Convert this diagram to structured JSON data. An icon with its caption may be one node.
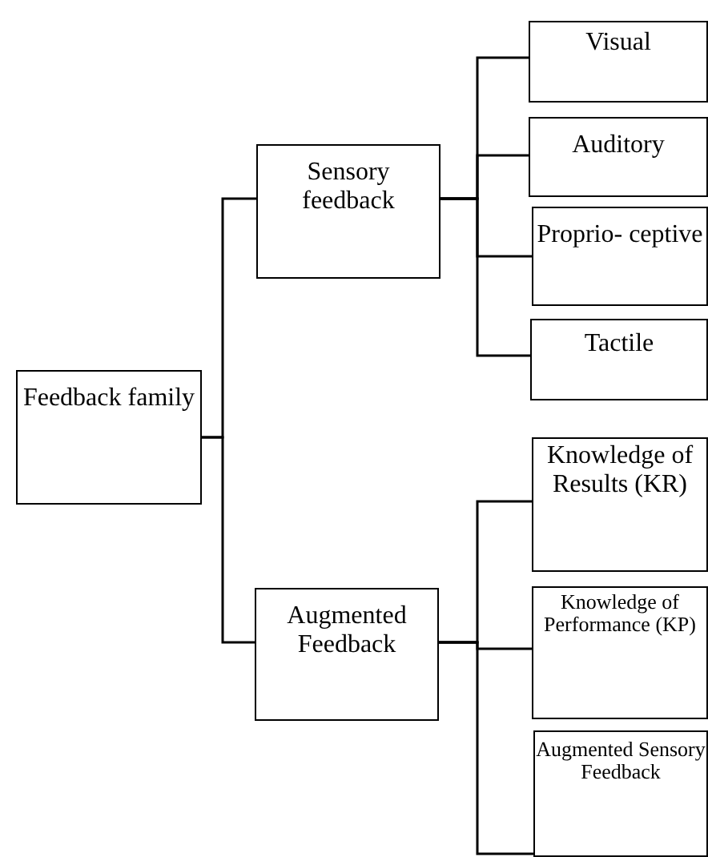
{
  "diagram": {
    "nodes": [
      {
        "text": [
          "Feedback family"
        ]
      },
      {
        "text": [
          "Sensory feedback"
        ]
      },
      {
        "text": [
          "Augmented Feedback"
        ]
      },
      {
        "text": [
          "Visual"
        ]
      },
      {
        "text": [
          "Auditory"
        ]
      },
      {
        "text": [
          "Proprio- ceptive"
        ]
      },
      {
        "text": [
          "Tactile"
        ]
      },
      {
        "text": [
          "Knowledge of Results (KR)"
        ]
      },
      {
        "text": [
          "Knowledge of Performance (KP)"
        ]
      },
      {
        "text": [
          "Augmented Sensory Feedback"
        ]
      }
    ],
    "edges": [
      {
        "from": 0,
        "to": 1,
        "arrow": "none"
      },
      {
        "from": 0,
        "to": 2,
        "arrow": "none"
      },
      {
        "from": 1,
        "to": 3,
        "arrow": "none"
      },
      {
        "from": 1,
        "to": 4,
        "arrow": "none"
      },
      {
        "from": 1,
        "to": 5,
        "arrow": "none"
      },
      {
        "from": 1,
        "to": 6,
        "arrow": "none"
      },
      {
        "from": 2,
        "to": 7,
        "arrow": "none"
      },
      {
        "from": 2,
        "to": 8,
        "arrow": "none"
      },
      {
        "from": 2,
        "to": 9,
        "arrow": "none"
      }
    ]
  }
}
